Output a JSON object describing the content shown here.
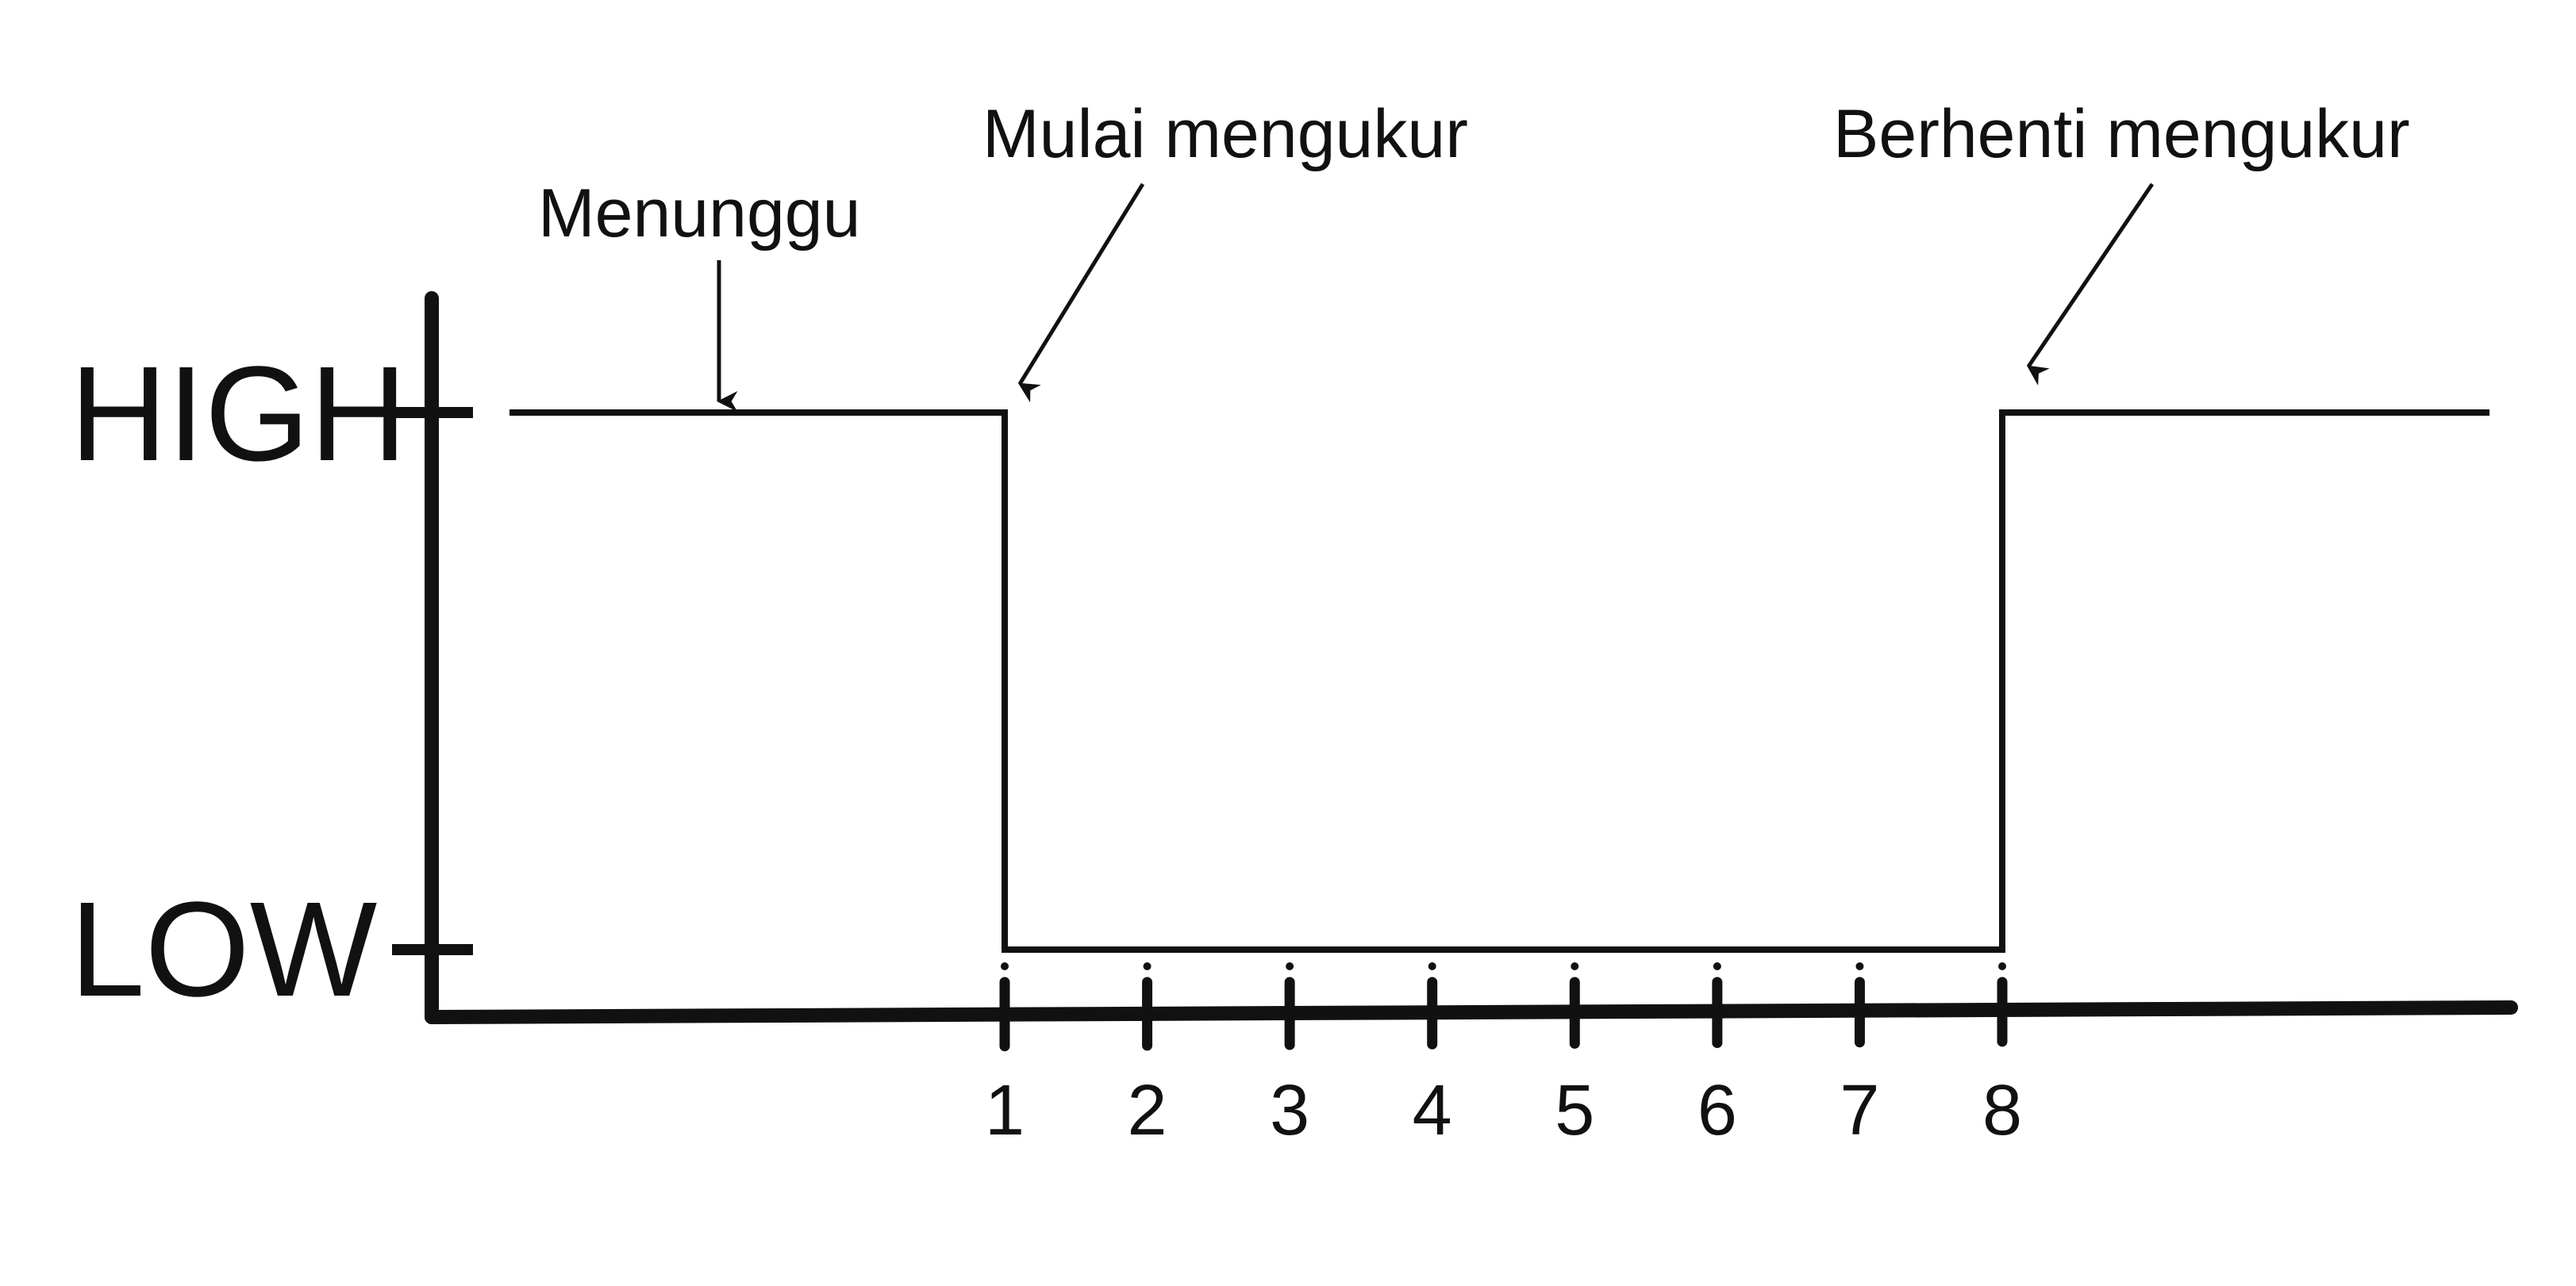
{
  "levels": {
    "high": "HIGH",
    "low": "LOW"
  },
  "annotations": {
    "waiting": "Menunggu",
    "start": "Mulai mengukur",
    "stop": "Berhenti mengukur"
  },
  "ticks": [
    "1",
    "2",
    "3",
    "4",
    "5",
    "6",
    "7",
    "8"
  ],
  "signal": {
    "initial_level": "HIGH",
    "fall_at_tick": 1,
    "rise_at_tick": 8
  },
  "colors": {
    "line": "#111111",
    "background": "#ffffff"
  }
}
